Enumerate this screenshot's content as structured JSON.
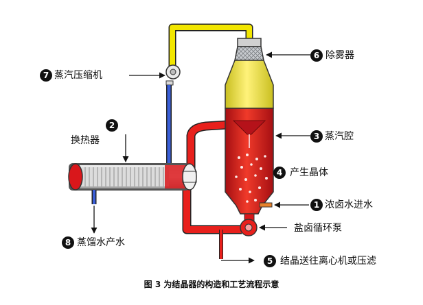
{
  "labels": {
    "l1": {
      "num": "1",
      "text": "浓卤水进水"
    },
    "l2": {
      "num": "2",
      "text": "换热器"
    },
    "l3": {
      "num": "3",
      "text": "蒸汽腔"
    },
    "l4": {
      "num": "4",
      "text": "产生晶体"
    },
    "l5": {
      "num": "5",
      "text": "结晶送往离心机或压滤"
    },
    "l6": {
      "num": "6",
      "text": "除雾器"
    },
    "l7": {
      "num": "7",
      "text": "蒸汽压缩机"
    },
    "l8": {
      "num": "8",
      "text": "蒸馏水产水"
    },
    "pump": "盐卤循环泵"
  },
  "caption": "图 3 为结晶器的构造和工艺流程示意",
  "colors": {
    "steam_pipe": "#f2e600",
    "brine_pipe": "#e8201c",
    "distillate_pipe": "#3a5fd8",
    "vapor_chamber": "#f2e84a",
    "crystallizer_body": "#d9171b",
    "demister": "#bfc2c5",
    "brine_feed": "#e8822a"
  }
}
